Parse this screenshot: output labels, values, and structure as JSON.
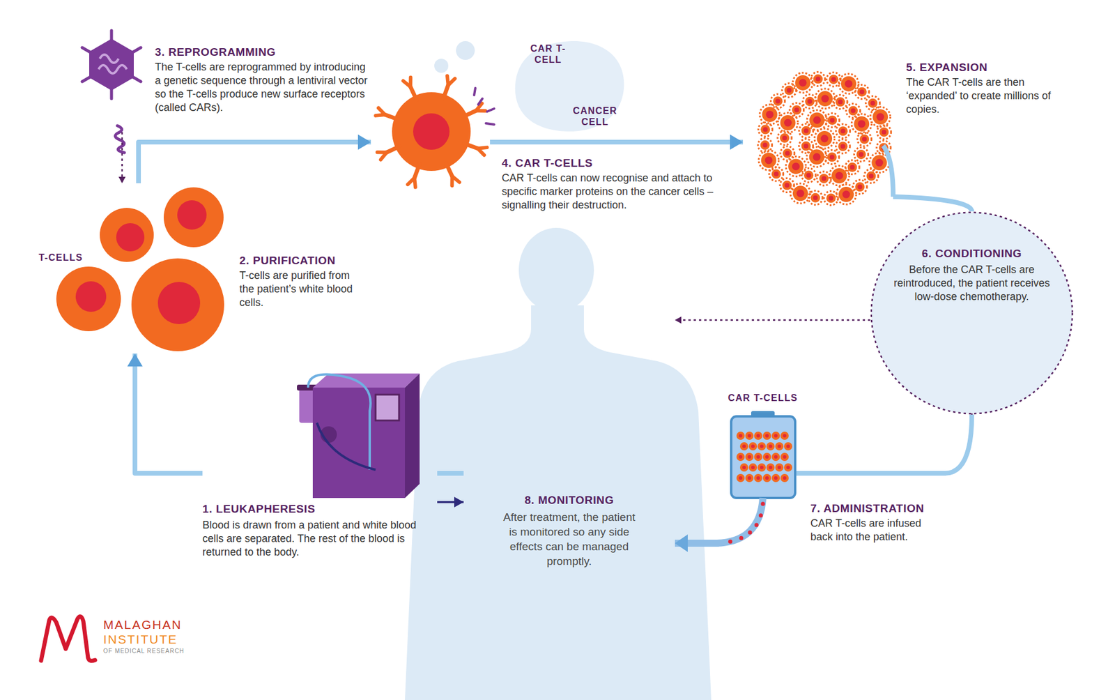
{
  "diagram": {
    "nodes": [
      {
        "text": [
          "1. LEUKAPHERESIS",
          "Blood is drawn from a patient and white blood cells are separated. The rest of the blood is returned to the body."
        ]
      },
      {
        "text": [
          "2. PURIFICATION",
          "T-cells are purified from the patient’s white blood cells."
        ]
      },
      {
        "text": [
          "3. REPROGRAMMING",
          "The T-cells are reprogrammed by introducing a genetic sequence through a lentiviral vector so the T-cells produce new surface receptors (called CARs)."
        ]
      },
      {
        "text": [
          "CAR T-CELL",
          "CANCER CELL"
        ]
      },
      {
        "text": [
          "4. CAR T-CELLS",
          "CAR T-cells can now recognise and attach to specific marker proteins on the cancer cells – signalling their destruction."
        ]
      },
      {
        "text": [
          "5. EXPANSION",
          "The CAR T-cells are then ‘expanded’ to create millions of copies."
        ]
      },
      {
        "text": [
          "6. CONDITIONING",
          "Before the CAR T-cells are reintroduced, the patient receives low-dose chemotherapy."
        ]
      },
      {
        "text": [
          "CAR T-CELLS",
          "7. ADMINISTRATION",
          "CAR T-cells are infused back into the patient."
        ]
      },
      {
        "text": [
          "8. MONITORING",
          "After treatment, the patient is monitored so any side effects can be managed promptly."
        ]
      }
    ],
    "edges": [
      {
        "from": 0,
        "to": 1,
        "arrow": "to"
      },
      {
        "from": 2,
        "to": 1,
        "arrow": "to"
      },
      {
        "from": 1,
        "to": 4,
        "arrow": "to"
      },
      {
        "from": 4,
        "to": 5,
        "arrow": "to"
      },
      {
        "from": 5,
        "to": 6,
        "arrow": "none"
      },
      {
        "from": 6,
        "to": 7,
        "arrow": "none"
      },
      {
        "from": 6,
        "to": 8,
        "arrow": "to"
      },
      {
        "from": 7,
        "to": 8,
        "arrow": "to"
      },
      {
        "from": 0,
        "to": 8,
        "arrow": "to"
      },
      {
        "from": 8,
        "to": 0,
        "arrow": "none"
      }
    ],
    "labels": [
      "T-CELLS",
      "MALAGHAN",
      "INSTITUTE",
      "OF MEDICAL RESEARCH"
    ]
  }
}
